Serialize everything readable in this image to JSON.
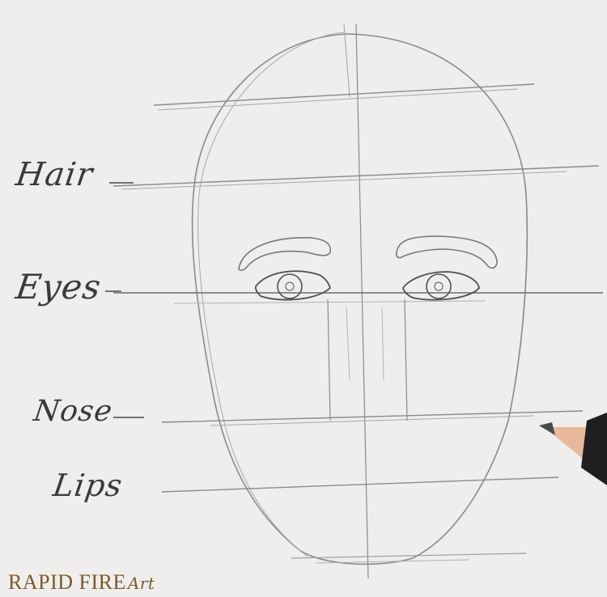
{
  "labels": {
    "hair": "Hair",
    "eyes": "Eyes",
    "nose": "Nose",
    "lips": "Lips"
  },
  "watermark": {
    "text": "RAPID FIRE",
    "script": "Art"
  },
  "colors": {
    "paper": "#efeeec",
    "pencil": "#6b6b6e",
    "label_ink": "#3a3a3c",
    "watermark": "#7a5a2a",
    "pencil_wood": "#e8b89a"
  }
}
